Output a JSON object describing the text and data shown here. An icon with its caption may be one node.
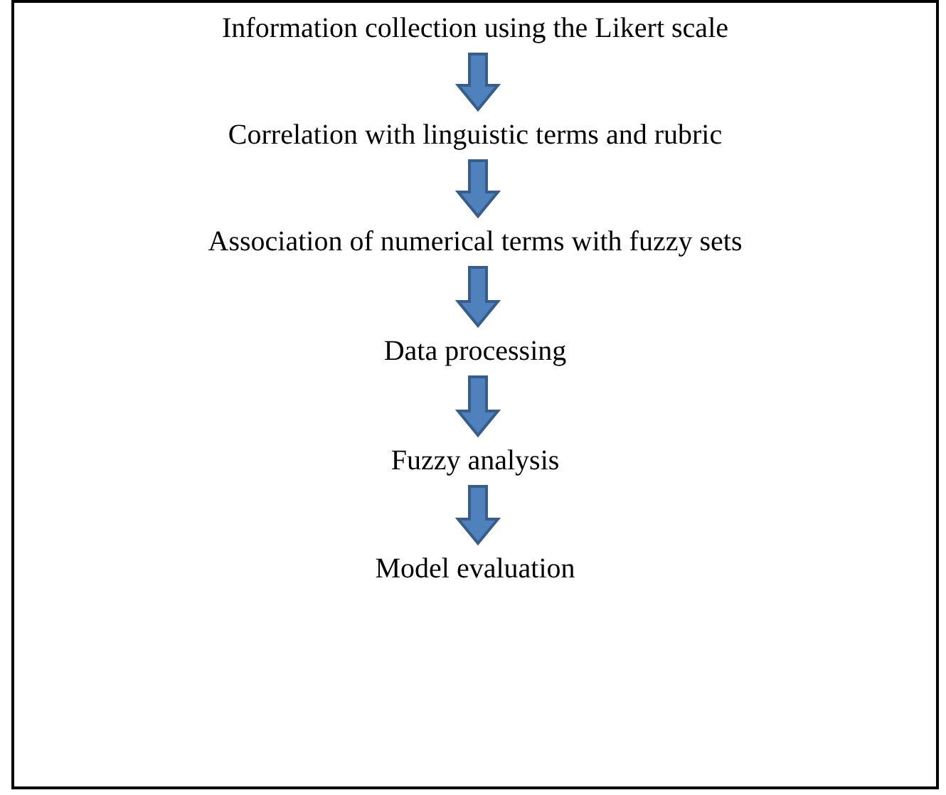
{
  "diagram": {
    "nodes": [
      {
        "text": [
          "Information collection using the Likert scale"
        ]
      },
      {
        "text": [
          "Correlation with linguistic terms and rubric"
        ]
      },
      {
        "text": [
          "Association of numerical terms with fuzzy sets"
        ]
      },
      {
        "text": [
          "Data processing"
        ]
      },
      {
        "text": [
          "Fuzzy analysis"
        ]
      },
      {
        "text": [
          "Model evaluation"
        ]
      }
    ],
    "edges": [
      {
        "from": 0,
        "to": 1,
        "arrow": "to"
      },
      {
        "from": 1,
        "to": 2,
        "arrow": "to"
      },
      {
        "from": 2,
        "to": 3,
        "arrow": "to"
      },
      {
        "from": 3,
        "to": 4,
        "arrow": "to"
      },
      {
        "from": 4,
        "to": 5,
        "arrow": "to"
      }
    ]
  }
}
